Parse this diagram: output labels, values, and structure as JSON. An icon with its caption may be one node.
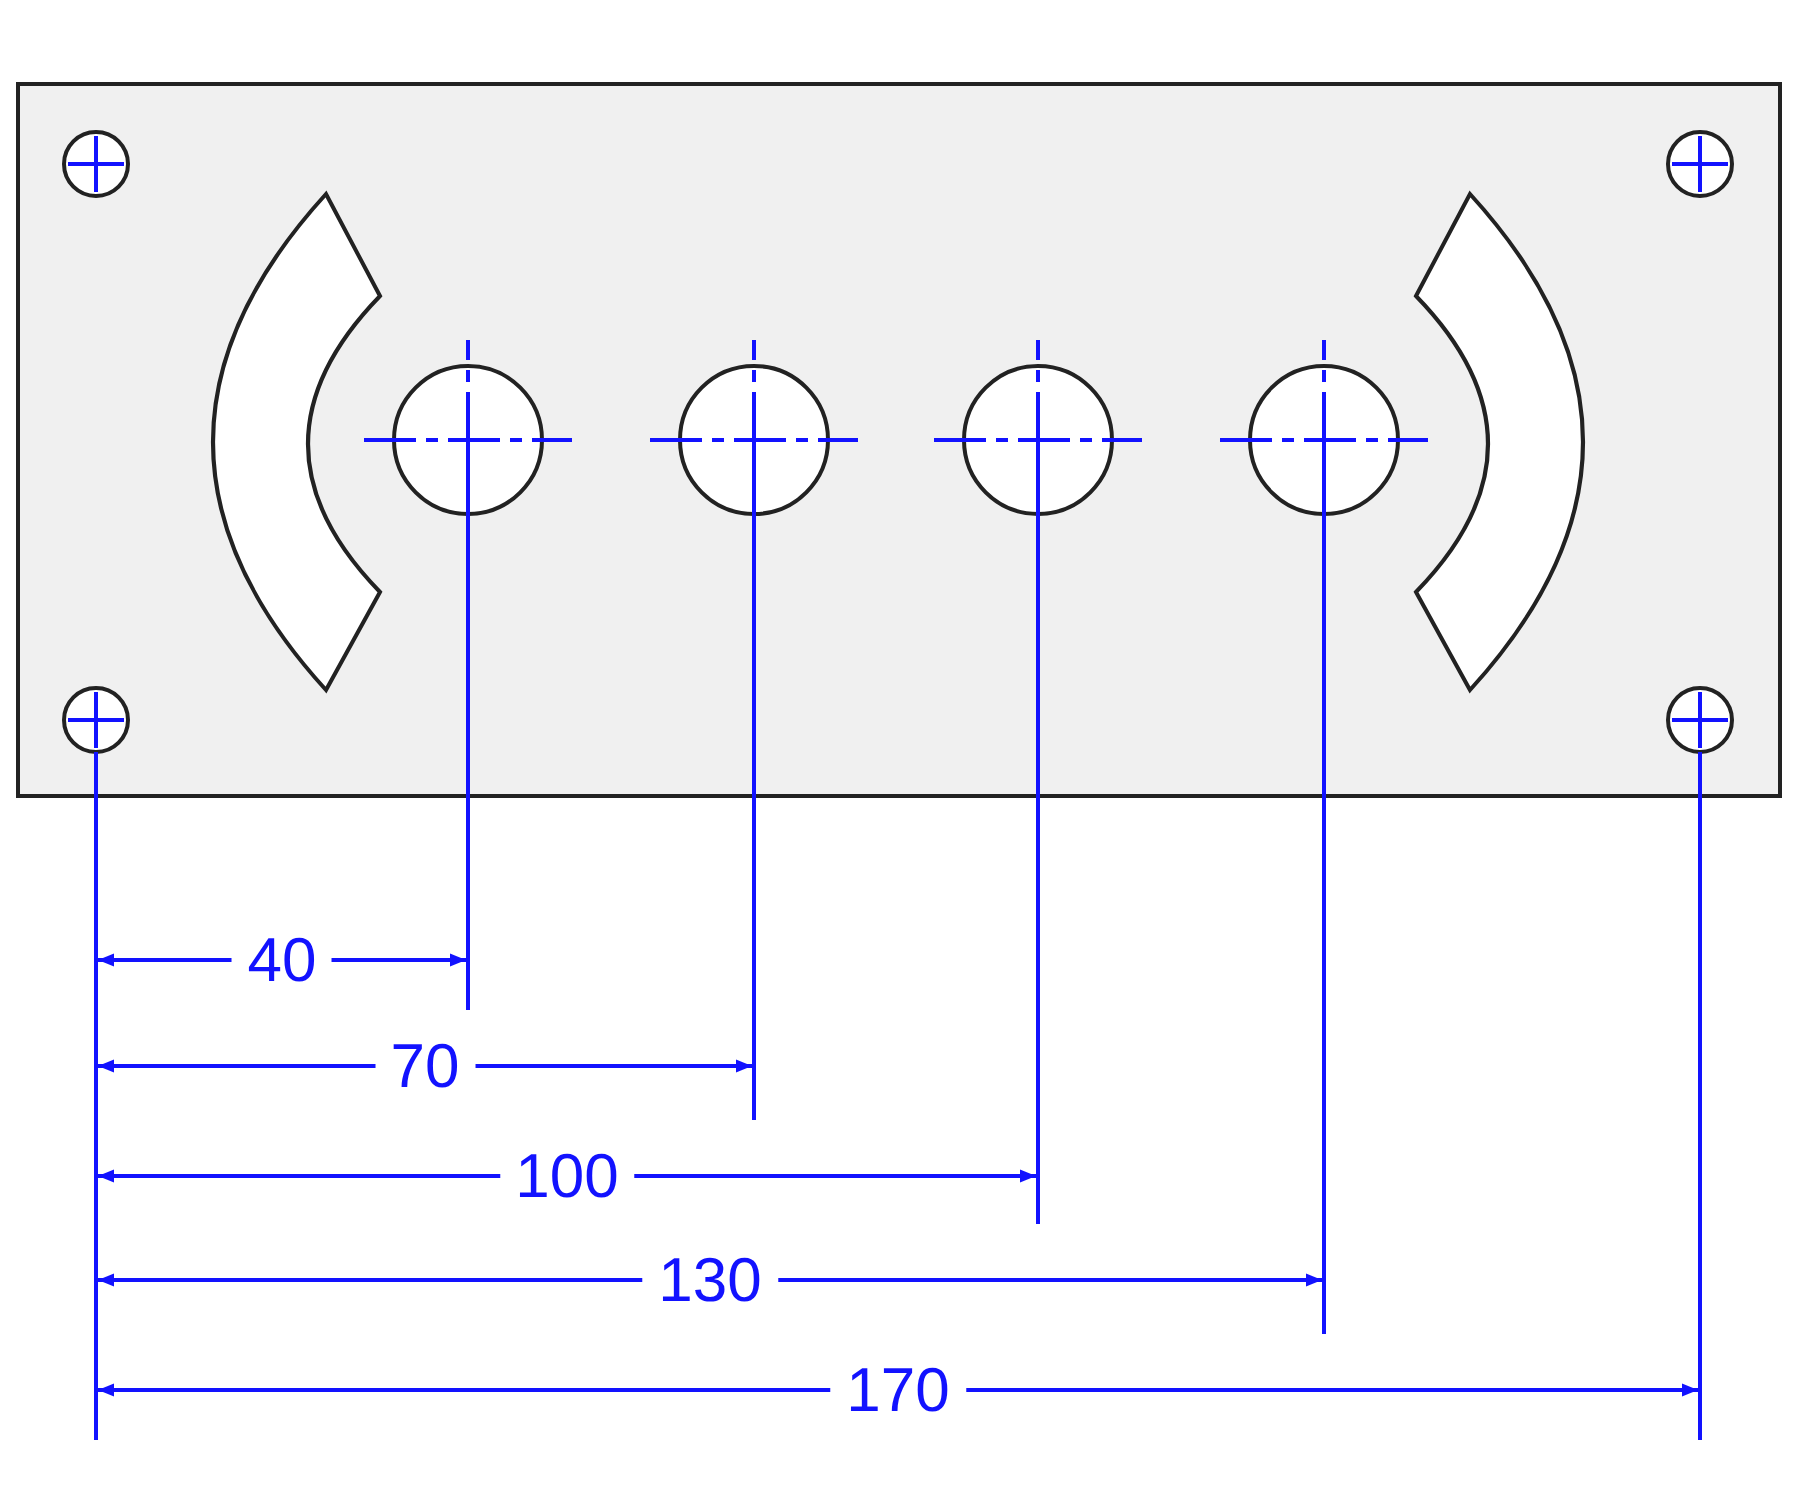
{
  "diagram": {
    "labels": [
      "40",
      "70",
      "100",
      "130",
      "170"
    ]
  }
}
